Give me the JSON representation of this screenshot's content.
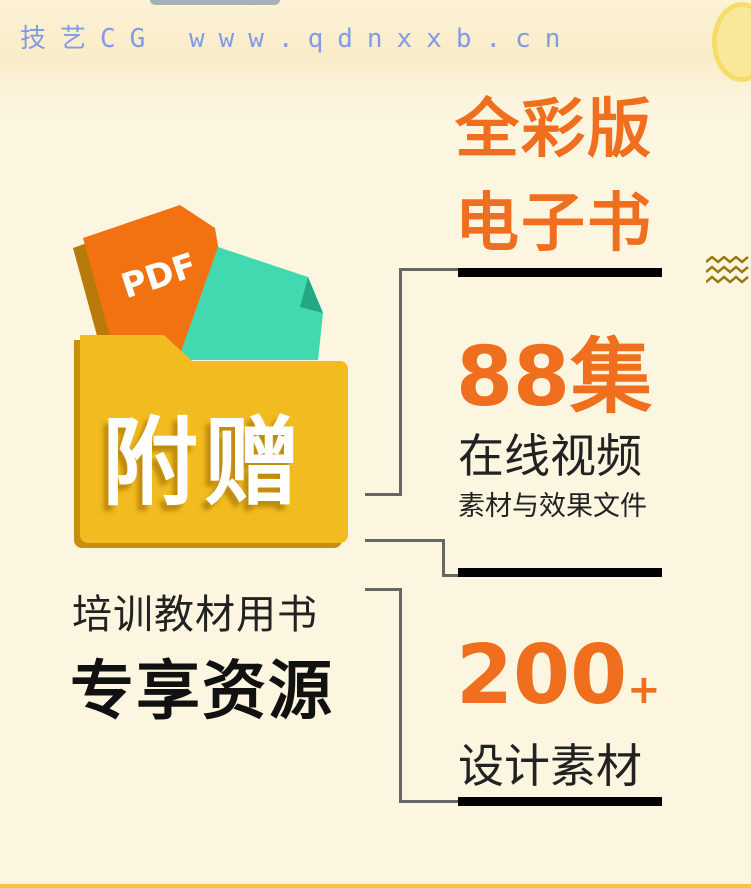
{
  "heading": {
    "line1": "全彩版",
    "line2": "电子书"
  },
  "folder": {
    "tag": "PDF",
    "label": "附赠"
  },
  "video": {
    "count": "88集",
    "title": "在线视频",
    "subtitle": "素材与效果文件"
  },
  "exclusive": {
    "line1": "培训教材用书",
    "line2": "专享资源"
  },
  "materials": {
    "count": "200",
    "plus": "+",
    "title": "设计素材"
  },
  "watermark": "技艺CG www.qdnxxb.cn",
  "colors": {
    "accent": "#f06f1f",
    "folder": "#f2bb1f",
    "teal": "#42d9b0",
    "background": "#fcf6e1"
  }
}
